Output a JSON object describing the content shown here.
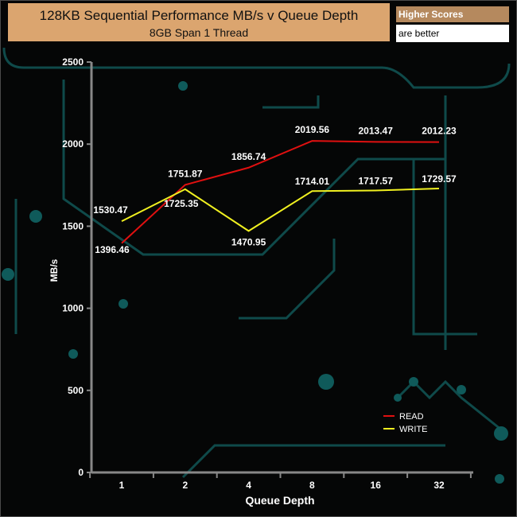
{
  "header": {
    "title": "128KB Sequential Performance MB/s v Queue Depth",
    "subtitle": "8GB Span 1 Thread"
  },
  "badge": {
    "line1": "Higher Scores",
    "line2": "are better"
  },
  "chart_data": {
    "type": "line",
    "title": "128KB Sequential Performance MB/s v Queue Depth",
    "subtitle": "8GB Span 1 Thread",
    "xlabel": "Queue Depth",
    "ylabel": "MB/s",
    "categories": [
      "1",
      "2",
      "4",
      "8",
      "16",
      "32"
    ],
    "ylim": [
      0,
      2500
    ],
    "yticks": [
      0,
      500,
      1000,
      1500,
      2000,
      2500
    ],
    "legend": "bottom-right",
    "series": [
      {
        "name": "READ",
        "color": "#e01010",
        "values": [
          1396.46,
          1751.87,
          1856.74,
          2019.56,
          2013.47,
          2012.23
        ]
      },
      {
        "name": "WRITE",
        "color": "#f0f020",
        "values": [
          1530.47,
          1725.35,
          1470.95,
          1714.01,
          1717.57,
          1729.57
        ]
      }
    ]
  }
}
